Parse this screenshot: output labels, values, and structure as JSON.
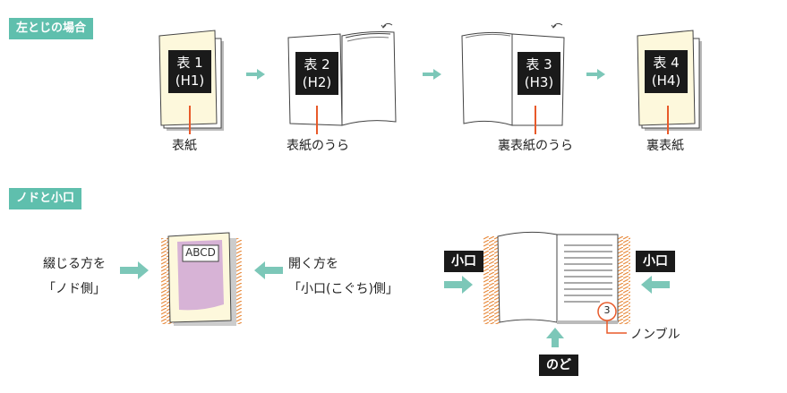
{
  "sections": {
    "left_binding": "左とじの場合",
    "spine_edge": "ノドと小口"
  },
  "covers": [
    {
      "line1": "表 1",
      "line2": "(H1)",
      "caption": "表紙"
    },
    {
      "line1": "表 2",
      "line2": "(H2)",
      "caption": "表紙のうら"
    },
    {
      "line1": "表 3",
      "line2": "(H3)",
      "caption": "裏表紙のうら"
    },
    {
      "line1": "表 4",
      "line2": "(H4)",
      "caption": "裏表紙"
    }
  ],
  "binding": {
    "left_text_1": "綴じる方を",
    "left_text_2": "「ノド側」",
    "right_text_1": "開く方を",
    "right_text_2": "「小口(こぐち)側」",
    "page_text": "ABCD"
  },
  "open_book": {
    "left_tag": "小口",
    "right_tag": "小口",
    "bottom_tag": "のど",
    "page_number": "3",
    "number_label": "ノンブル"
  },
  "colors": {
    "accent": "#5fbfad",
    "arrow": "#7cc7b8",
    "cover_fill": "#fdf8dc",
    "line": "#e85a2a",
    "stripe": "#e8893a",
    "purple": "#d7b3d6"
  }
}
